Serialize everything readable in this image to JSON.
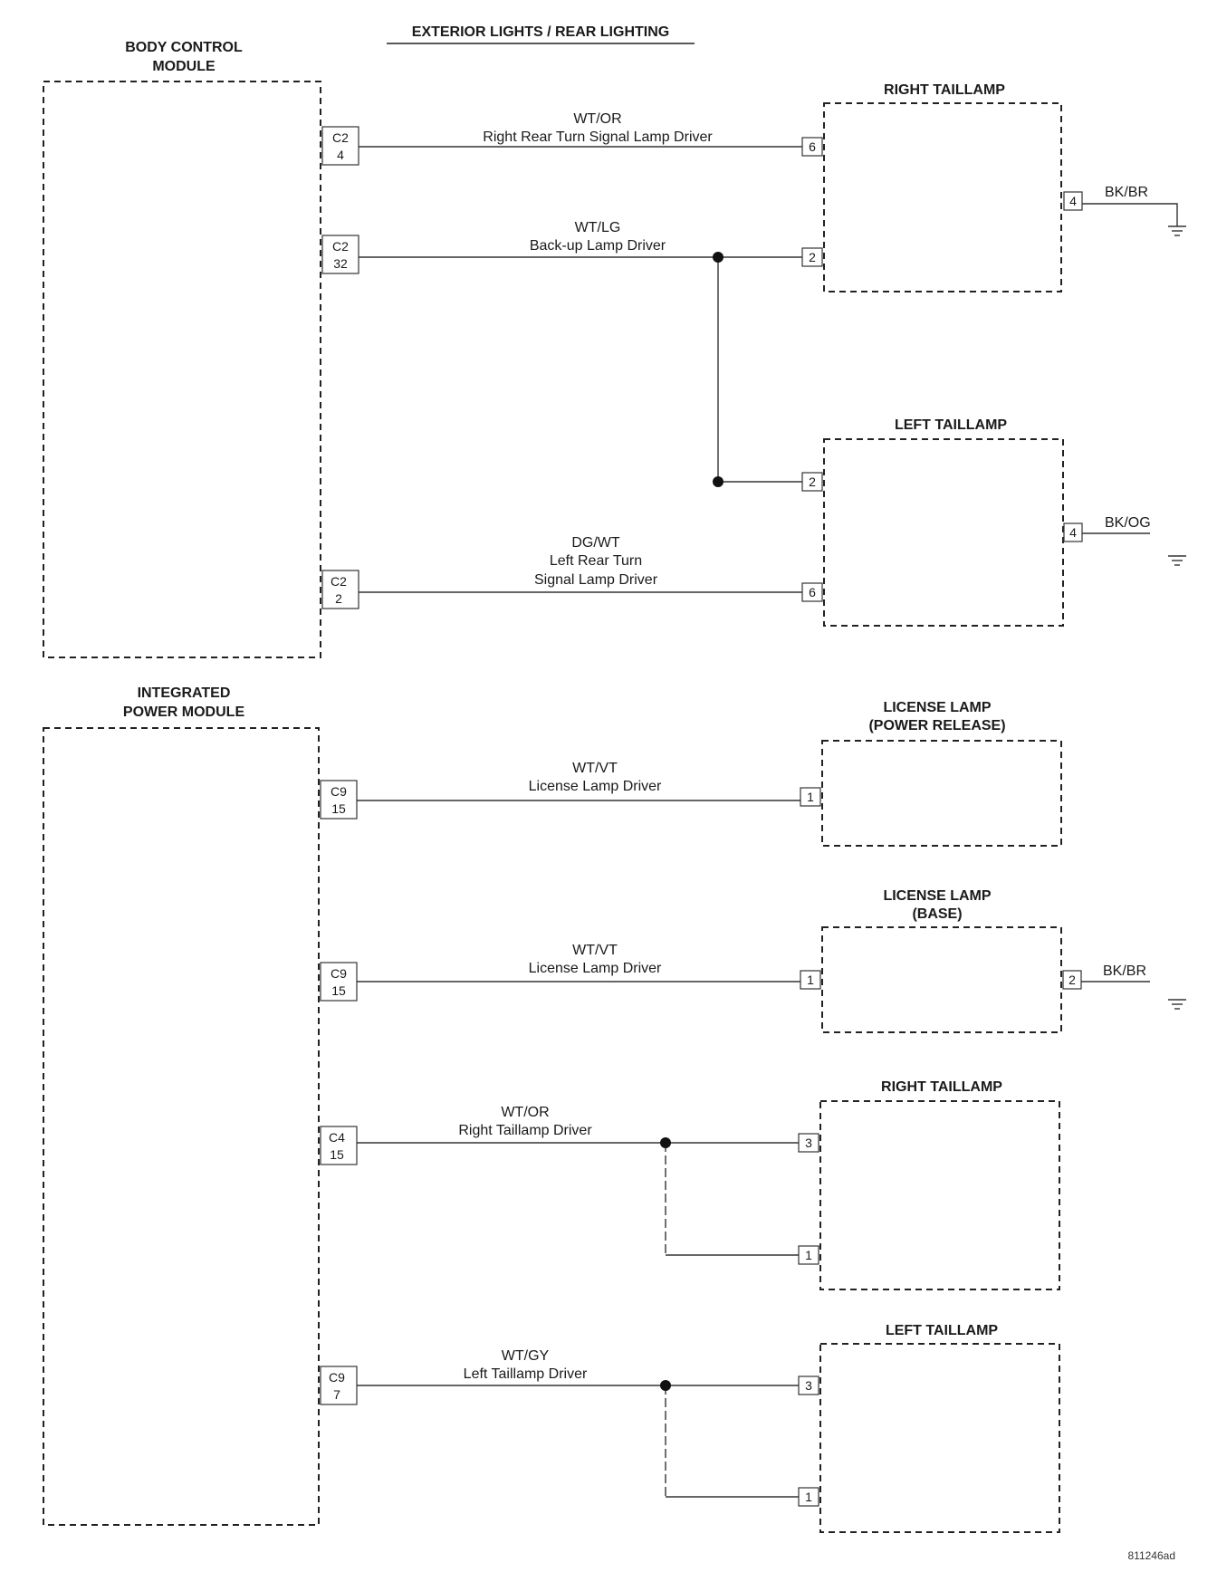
{
  "title": "EXTERIOR LIGHTS / REAR LIGHTING",
  "figure_code": "811246ad",
  "modules": {
    "bcm": {
      "line1": "BODY CONTROL",
      "line2": "MODULE"
    },
    "ipm": {
      "line1": "INTEGRATED",
      "line2": "POWER MODULE"
    }
  },
  "components": {
    "right_taillamp_1": "RIGHT TAILLAMP",
    "left_taillamp_1": "LEFT TAILLAMP",
    "license_lamp_pr": {
      "line1": "LICENSE LAMP",
      "line2": "(POWER RELEASE)"
    },
    "license_lamp_base": {
      "line1": "LICENSE LAMP",
      "line2": "(BASE)"
    },
    "right_taillamp_2": "RIGHT TAILLAMP",
    "left_taillamp_2": "LEFT TAILLAMP"
  },
  "connectors": {
    "bcm_c2_4": {
      "conn": "C2",
      "pin": "4"
    },
    "bcm_c2_32": {
      "conn": "C2",
      "pin": "32"
    },
    "bcm_c2_2": {
      "conn": "C2",
      "pin": "2"
    },
    "ipm_c9_15_a": {
      "conn": "C9",
      "pin": "15"
    },
    "ipm_c9_15_b": {
      "conn": "C9",
      "pin": "15"
    },
    "ipm_c4_15": {
      "conn": "C4",
      "pin": "15"
    },
    "ipm_c9_7": {
      "conn": "C9",
      "pin": "7"
    }
  },
  "wires": {
    "rr_turn": {
      "color": "WT/OR",
      "desc": "Right Rear Turn Signal Lamp Driver"
    },
    "backup": {
      "color": "WT/LG",
      "desc": "Back-up Lamp Driver"
    },
    "lr_turn": {
      "color": "DG/WT",
      "desc1": "Left Rear Turn",
      "desc2": "Signal Lamp Driver"
    },
    "license_pr": {
      "color": "WT/VT",
      "desc": "License Lamp Driver"
    },
    "license_base": {
      "color": "WT/VT",
      "desc": "License Lamp Driver"
    },
    "r_tail": {
      "color": "WT/OR",
      "desc": "Right Taillamp Driver"
    },
    "l_tail": {
      "color": "WT/GY",
      "desc": "Left Taillamp Driver"
    }
  },
  "grounds": {
    "rt1": {
      "pin": "4",
      "color": "BK/BR"
    },
    "lt1": {
      "pin": "4",
      "color": "BK/OG"
    },
    "lic_base": {
      "pin": "2",
      "color": "BK/BR"
    }
  },
  "lamp_pins": {
    "rt1_turn": "6",
    "rt1_backup": "2",
    "lt1_backup": "2",
    "lt1_turn": "6",
    "lic_pr": "1",
    "lic_base": "1",
    "rt2_a": "3",
    "rt2_b": "1",
    "lt2_a": "3",
    "lt2_b": "1"
  }
}
